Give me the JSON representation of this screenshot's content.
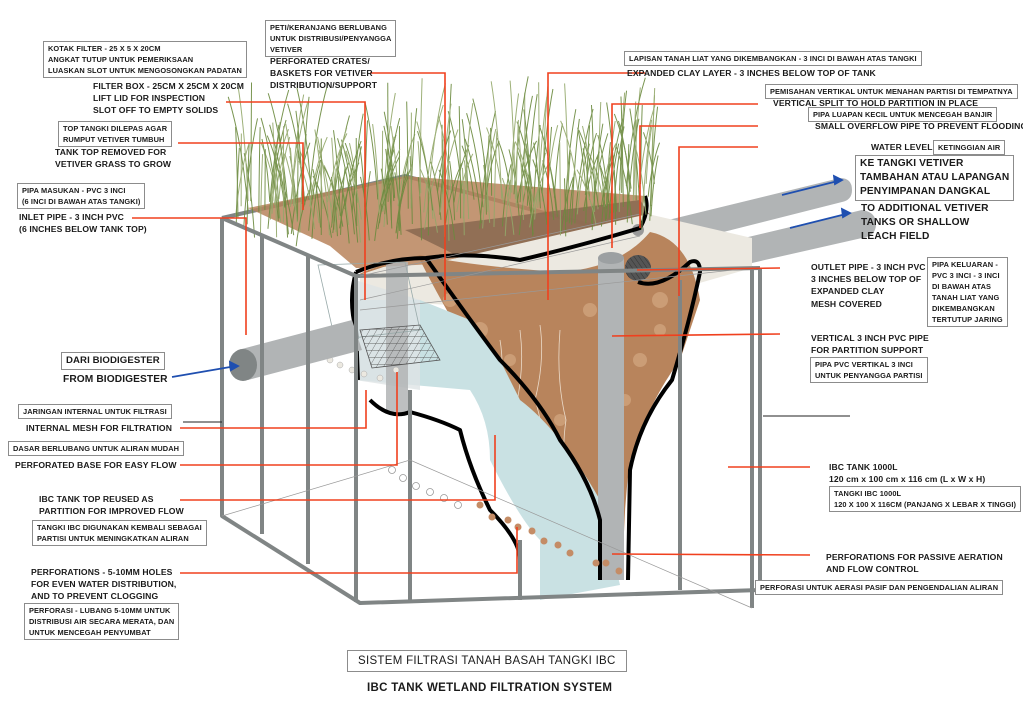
{
  "title": {
    "id": "SISTEM FILTRASI TANAH BASAH TANGKI IBC",
    "en": "IBC TANK WETLAND FILTRATION SYSTEM"
  },
  "colors": {
    "leader": "#f0401e",
    "arrow": "#1f4fb0",
    "frame": "#808585",
    "soil": "#b8845c",
    "water": "#c9e1e3",
    "clay_top": "#ece9e1",
    "grass": "#6b8a3e",
    "pipe": "#b1b4b5"
  },
  "labels": {
    "filter_box": {
      "id": "KOTAK FILTER - 25 X 5 X 20CM\nANGKAT TUTUP UNTUK PEMERIKSAAN\nLUASKAN SLOT UNTUK MENGOSONGKAN PADATAN",
      "en": "FILTER BOX - 25CM X 25CM X 20CM\nLIFT LID FOR INSPECTION\nSLOT OFF TO EMPTY SOLIDS"
    },
    "crates": {
      "id": "PETI/KERANJANG BERLUBANG\nUNTUK DISTRIBUSI/PENYANGGA\nVETIVER",
      "en": "PERFORATED CRATES/\nBASKETS FOR VETIVER\nDISTRIBUTION/SUPPORT"
    },
    "tank_top": {
      "id": "TOP TANGKI DILEPAS AGAR\nRUMPUT VETIVER TUMBUH",
      "en": "TANK TOP REMOVED FOR\nVETIVER GRASS TO GROW"
    },
    "inlet": {
      "id": "PIPA MASUKAN - PVC 3 INCI\n(6 INCI DI BAWAH ATAS TANGKI)",
      "en": "INLET PIPE - 3 INCH PVC\n(6 INCHES BELOW TANK TOP)"
    },
    "biodigester": {
      "id": "DARI BIODIGESTER",
      "en": "FROM BIODIGESTER"
    },
    "mesh": {
      "id": "JARINGAN INTERNAL UNTUK FILTRASI",
      "en": "INTERNAL MESH FOR FILTRATION"
    },
    "base": {
      "id": "DASAR BERLUBANG UNTUK ALIRAN MUDAH",
      "en": "PERFORATED BASE FOR EASY FLOW"
    },
    "partition": {
      "en": "IBC TANK TOP REUSED AS\nPARTITION FOR IMPROVED FLOW",
      "id": "TANGKI IBC DIGUNAKAN KEMBALI SEBAGAI\nPARTISI UNTUK MENINGKATKAN ALIRAN"
    },
    "perforations": {
      "en": "PERFORATIONS - 5-10MM HOLES\nFOR EVEN WATER DISTRIBUTION,\nAND TO PREVENT CLOGGING",
      "id": "PERFORASI - LUBANG 5-10MM UNTUK\nDISTRIBUSI AIR SECARA MERATA, DAN\nUNTUK MENCEGAH PENYUMBAT"
    },
    "clay": {
      "id": "LAPISAN TANAH LIAT YANG DIKEMBANGKAN - 3 INCI DI BAWAH ATAS TANGKI",
      "en": "EXPANDED CLAY LAYER - 3 INCHES BELOW TOP OF TANK"
    },
    "split": {
      "id": "PEMISAHAN VERTIKAL UNTUK MENAHAN PARTISI DI TEMPATNYA",
      "en": "VERTICAL SPLIT TO HOLD PARTITION IN PLACE"
    },
    "overflow": {
      "id": "PIPA LUAPAN KECIL UNTUK MENCEGAH BANJIR",
      "en": "SMALL OVERFLOW PIPE TO PREVENT FLOODING"
    },
    "water_level": {
      "en": "WATER LEVEL",
      "id": "KETINGGIAN AIR"
    },
    "to_tanks": {
      "id": "KE TANGKI VETIVER\nTAMBAHAN ATAU LAPANGAN\nPENYIMPANAN DANGKAL",
      "en": "TO ADDITIONAL VETIVER\nTANKS OR SHALLOW\nLEACH FIELD"
    },
    "outlet": {
      "en": "OUTLET PIPE - 3 INCH PVC -\n3 INCHES BELOW TOP OF\nEXPANDED CLAY\nMESH COVERED",
      "id": "PIPA KELUARAN -\nPVC 3 INCI - 3 INCI\nDI BAWAH ATAS\nTANAH LIAT YANG\nDIKEMBANGKAN\nTERTUTUP JARING"
    },
    "vertical_pipe": {
      "en": "VERTICAL 3 INCH PVC PIPE\nFOR PARTITION SUPPORT",
      "id": "PIPA PVC VERTIKAL 3 INCI\nUNTUK PENYANGGA PARTISI"
    },
    "ibc_tank": {
      "en": "IBC TANK 1000L\n120 cm x 100 cm x 116 cm (L x W x H)",
      "id": "TANGKI IBC 1000L\n120 X 100 X 116CM (PANJANG X LEBAR X TINGGI)"
    },
    "aeration": {
      "en": "PERFORATIONS FOR PASSIVE AERATION\nAND FLOW CONTROL",
      "id": "PERFORASI UNTUK AERASI PASIF DAN PENGENDALIAN ALIRAN"
    }
  }
}
